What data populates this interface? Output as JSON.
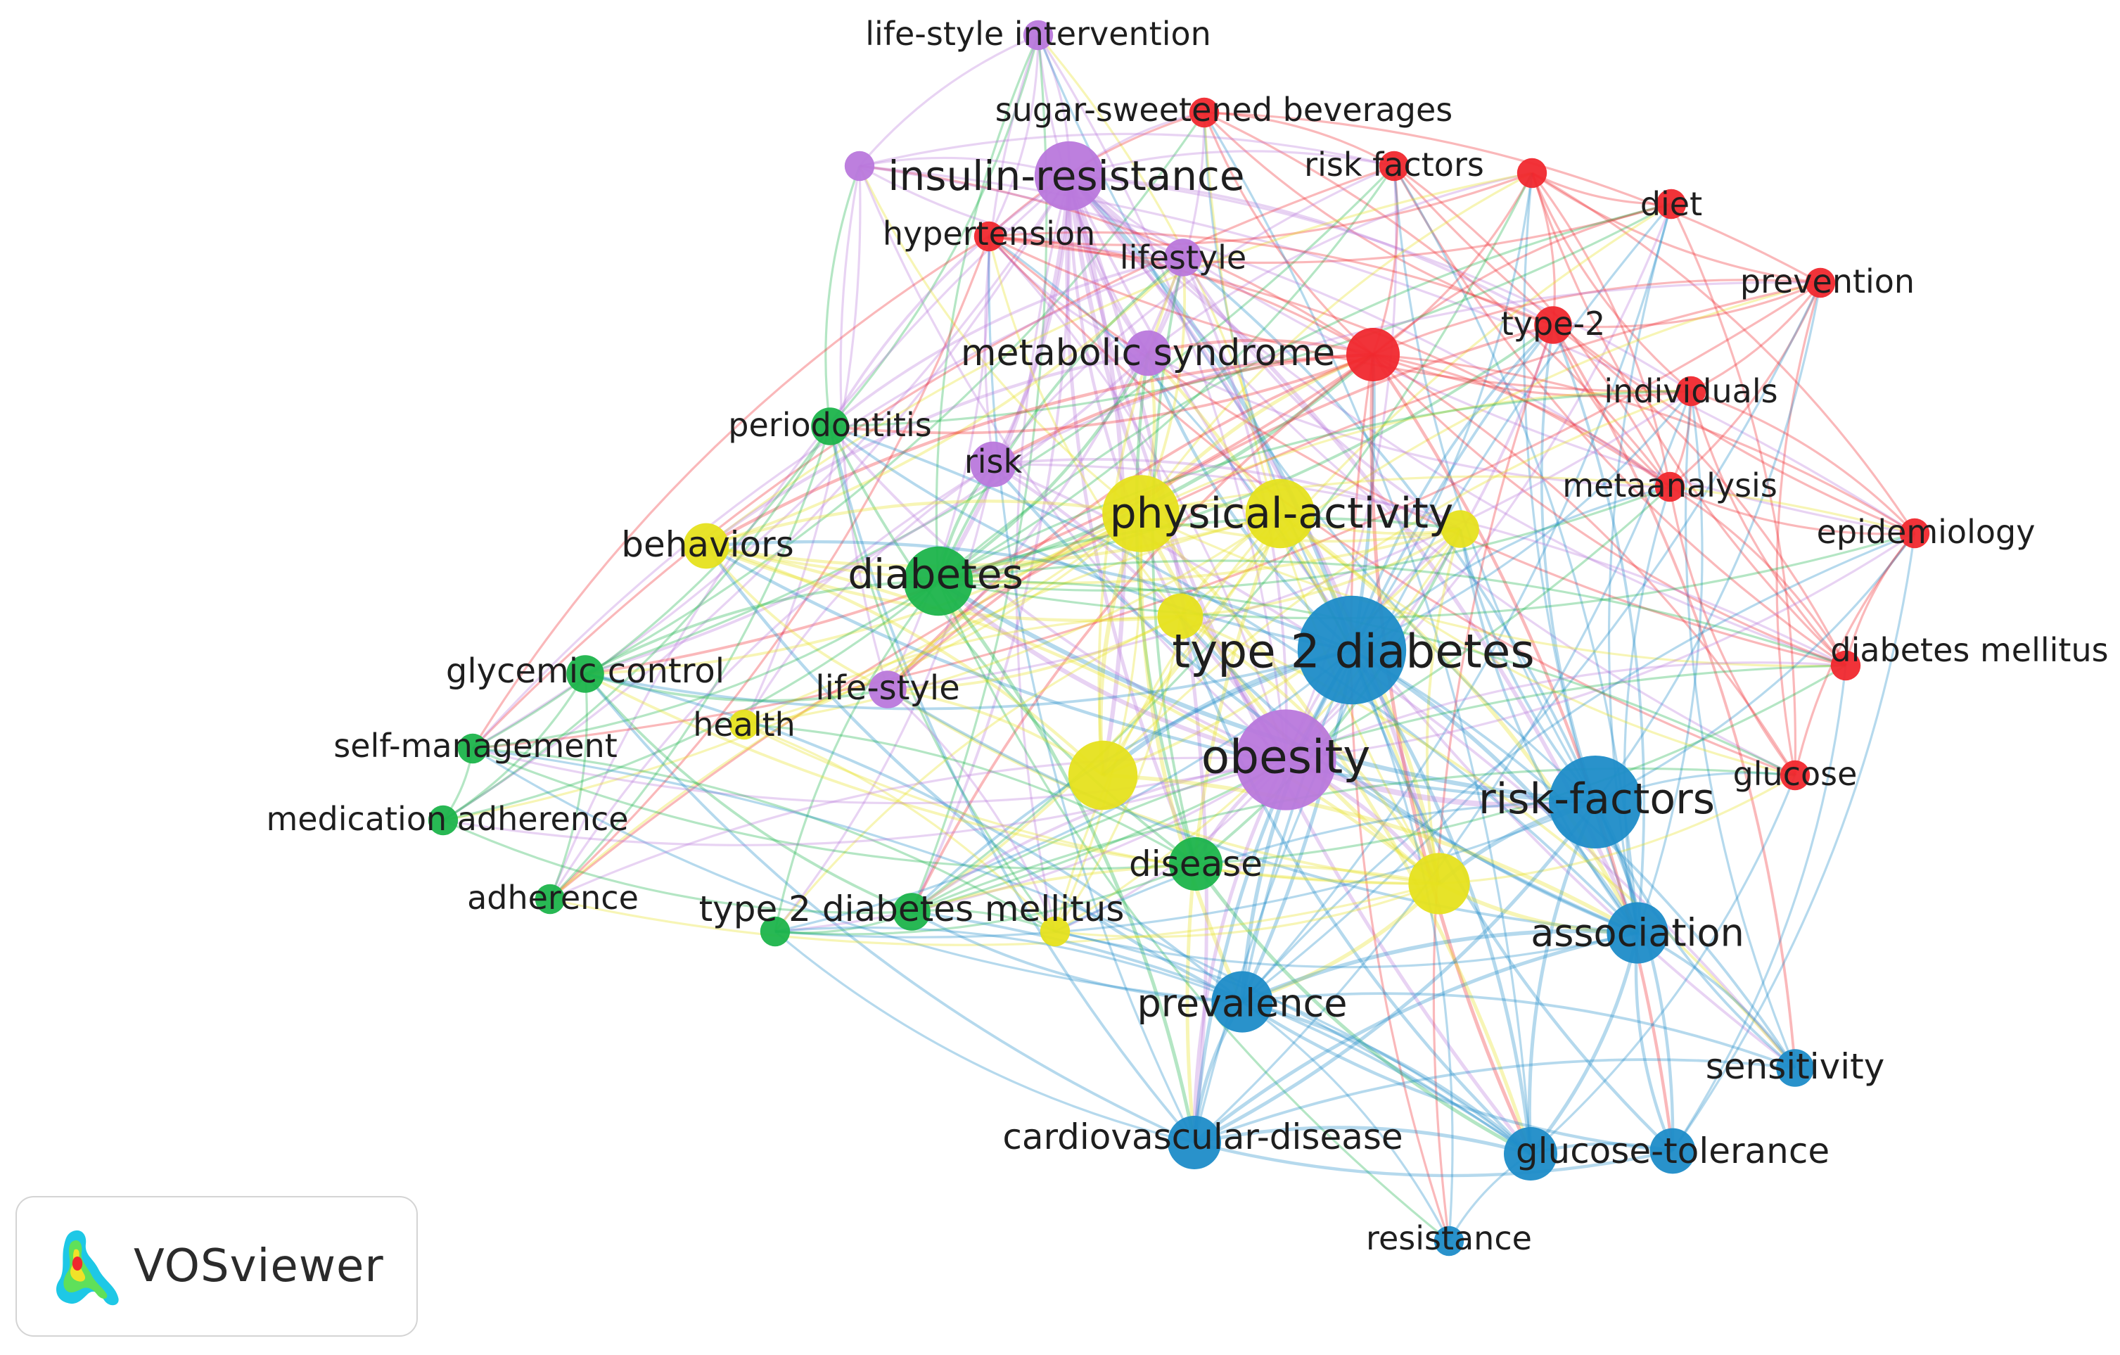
{
  "app": {
    "name": "VOSviewer",
    "logo_icon": "vosviewer-density-icon"
  },
  "clusters": {
    "red": "#f0282e",
    "green": "#1cb44b",
    "blue": "#1e8cc8",
    "yellow": "#e6e21e",
    "purple": "#b978dc"
  },
  "nodes": [
    {
      "id": "life-style-intervention",
      "label": "life-style intervention",
      "cluster": "purple",
      "weight": 2
    },
    {
      "id": "sugar-sweetened-beverages",
      "label": "sugar-sweetened beverages",
      "cluster": "red",
      "weight": 2
    },
    {
      "id": "insulin-resistance",
      "label": "insulin-resistance",
      "cluster": "purple",
      "weight": 7
    },
    {
      "id": "lifestyle-purple-dot",
      "label": "",
      "cluster": "purple",
      "weight": 2
    },
    {
      "id": "risk-factors-red",
      "label": "risk factors",
      "cluster": "red",
      "weight": 2
    },
    {
      "id": "red-dot-top",
      "label": "",
      "cluster": "red",
      "weight": 2
    },
    {
      "id": "diet",
      "label": "diet",
      "cluster": "red",
      "weight": 2
    },
    {
      "id": "hypertension",
      "label": "hypertension",
      "cluster": "red",
      "weight": 2
    },
    {
      "id": "lifestyle",
      "label": "lifestyle",
      "cluster": "purple",
      "weight": 3
    },
    {
      "id": "prevention",
      "label": "prevention",
      "cluster": "red",
      "weight": 2
    },
    {
      "id": "type-2",
      "label": "type-2",
      "cluster": "red",
      "weight": 3
    },
    {
      "id": "metabolic-syndrome",
      "label": "metabolic syndrome",
      "cluster": "purple",
      "weight": 4
    },
    {
      "id": "red-hub",
      "label": "",
      "cluster": "red",
      "weight": 5
    },
    {
      "id": "individuals",
      "label": "individuals",
      "cluster": "red",
      "weight": 2
    },
    {
      "id": "periodontitis",
      "label": "periodontitis",
      "cluster": "green",
      "weight": 3
    },
    {
      "id": "risk",
      "label": "risk",
      "cluster": "purple",
      "weight": 4
    },
    {
      "id": "metaanalysis",
      "label": "metaanalysis",
      "cluster": "red",
      "weight": 2
    },
    {
      "id": "physical-activity",
      "label": "physical-activity",
      "cluster": "yellow",
      "weight": 8
    },
    {
      "id": "yellow-big-2",
      "label": "",
      "cluster": "yellow",
      "weight": 7
    },
    {
      "id": "yellow-small-right",
      "label": "",
      "cluster": "yellow",
      "weight": 3
    },
    {
      "id": "epidemiology",
      "label": "epidemiology",
      "cluster": "red",
      "weight": 2
    },
    {
      "id": "behaviors",
      "label": "behaviors",
      "cluster": "yellow",
      "weight": 4
    },
    {
      "id": "diabetes",
      "label": "diabetes",
      "cluster": "green",
      "weight": 7
    },
    {
      "id": "yellow-mid",
      "label": "",
      "cluster": "yellow",
      "weight": 4
    },
    {
      "id": "type-2-diabetes",
      "label": "type 2 diabetes",
      "cluster": "blue",
      "weight": 12
    },
    {
      "id": "diabetes-mellitus",
      "label": "diabetes mellitus",
      "cluster": "red",
      "weight": 2
    },
    {
      "id": "glycemic-control",
      "label": "glycemic control",
      "cluster": "green",
      "weight": 3
    },
    {
      "id": "life-style",
      "label": "life-style",
      "cluster": "purple",
      "weight": 3
    },
    {
      "id": "health",
      "label": "health",
      "cluster": "yellow",
      "weight": 2
    },
    {
      "id": "self-management",
      "label": "self-management",
      "cluster": "green",
      "weight": 2
    },
    {
      "id": "obesity",
      "label": "obesity",
      "cluster": "purple",
      "weight": 11
    },
    {
      "id": "yellow-left",
      "label": "",
      "cluster": "yellow",
      "weight": 7
    },
    {
      "id": "glucose",
      "label": "glucose",
      "cluster": "red",
      "weight": 2
    },
    {
      "id": "risk-factors",
      "label": "risk-factors",
      "cluster": "blue",
      "weight": 10
    },
    {
      "id": "medication-adherence",
      "label": "medication adherence",
      "cluster": "green",
      "weight": 2
    },
    {
      "id": "disease",
      "label": "disease",
      "cluster": "green",
      "weight": 5
    },
    {
      "id": "yellow-lower-right",
      "label": "",
      "cluster": "yellow",
      "weight": 6
    },
    {
      "id": "adherence",
      "label": "adherence",
      "cluster": "green",
      "weight": 2
    },
    {
      "id": "type-2-diabetes-mellitus-dot",
      "label": "",
      "cluster": "green",
      "weight": 2
    },
    {
      "id": "type-2-diabetes-mellitus",
      "label": "type 2 diabetes mellitus",
      "cluster": "green",
      "weight": 3
    },
    {
      "id": "yellow-small-bottom",
      "label": "",
      "cluster": "yellow",
      "weight": 2
    },
    {
      "id": "association",
      "label": "association",
      "cluster": "blue",
      "weight": 6
    },
    {
      "id": "prevalence",
      "label": "prevalence",
      "cluster": "blue",
      "weight": 6
    },
    {
      "id": "sensitivity",
      "label": "sensitivity",
      "cluster": "blue",
      "weight": 3
    },
    {
      "id": "cardiovascular-disease",
      "label": "cardiovascular-disease",
      "cluster": "blue",
      "weight": 5
    },
    {
      "id": "glucose-tolerance-dot",
      "label": "",
      "cluster": "blue",
      "weight": 5
    },
    {
      "id": "glucose-tolerance",
      "label": "glucose-tolerance",
      "cluster": "blue",
      "weight": 4
    },
    {
      "id": "resistance",
      "label": "resistance",
      "cluster": "blue",
      "weight": 2
    }
  ]
}
